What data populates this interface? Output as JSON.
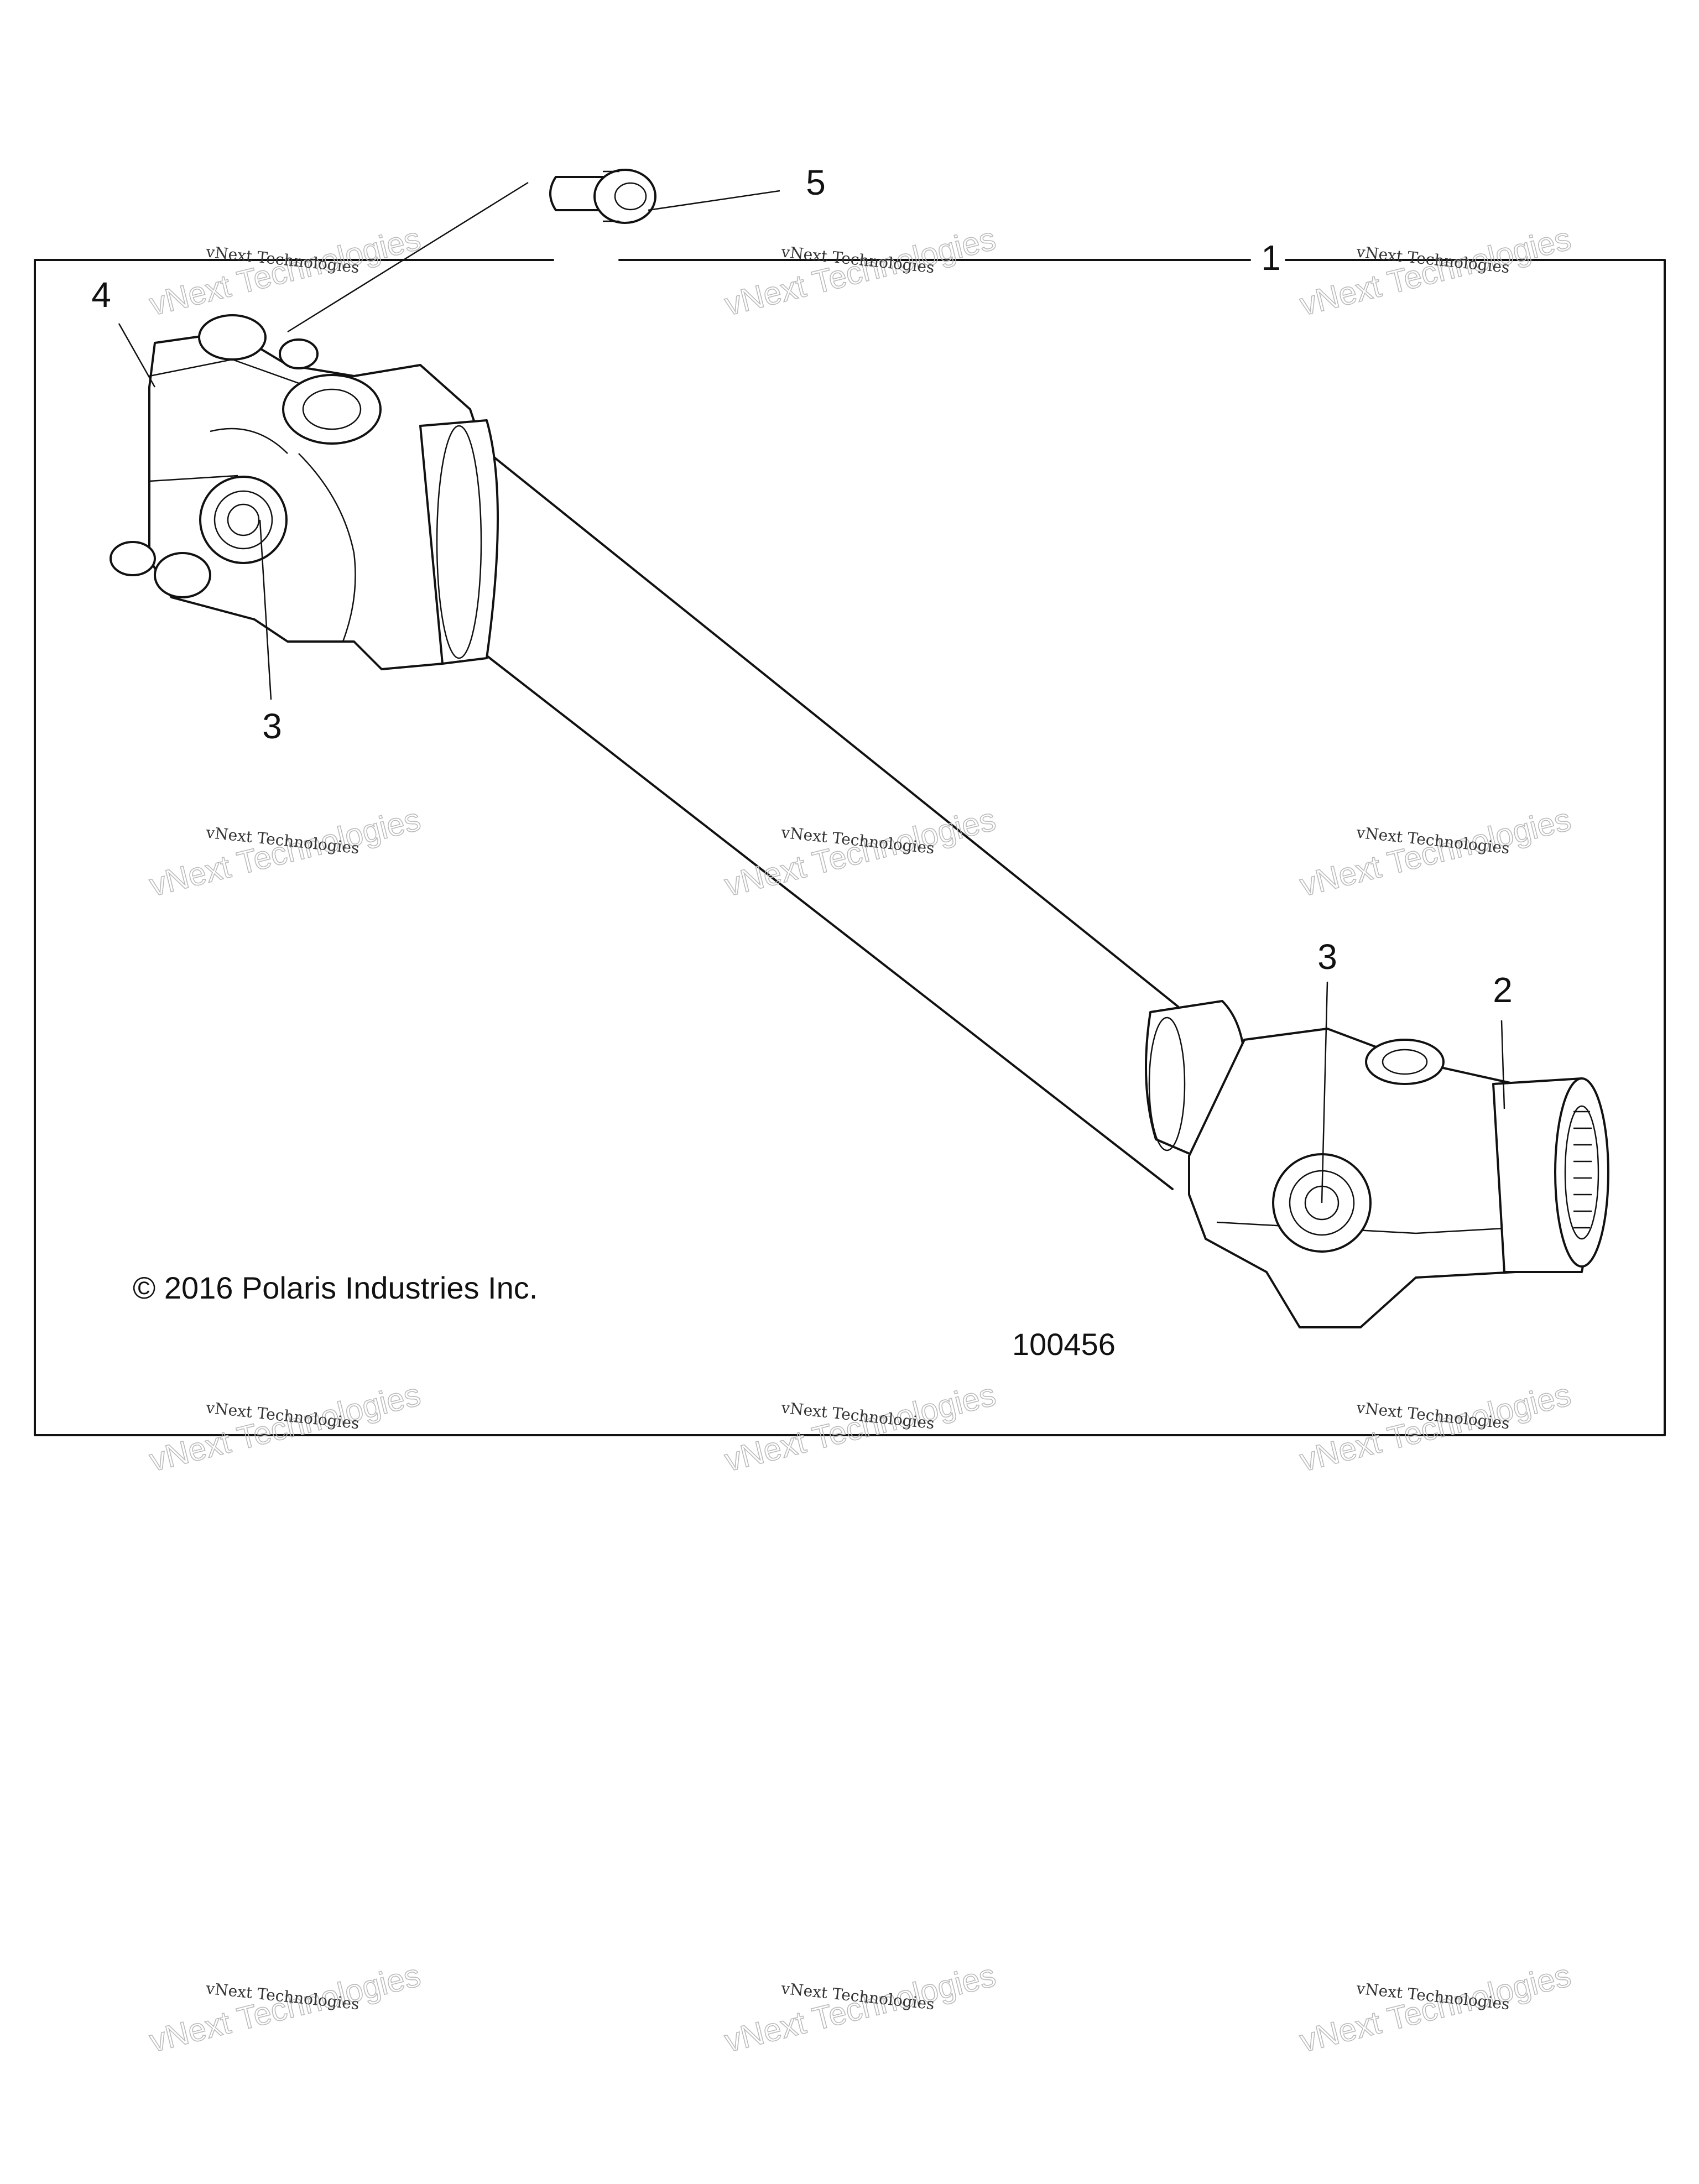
{
  "diagram": {
    "copyright": "© 2016 Polaris Industries Inc.",
    "figure_number": "100456",
    "callouts": {
      "item_1": "1",
      "item_2": "2",
      "item_3_front": "3",
      "item_3_rear": "3",
      "item_4": "4",
      "item_5": "5"
    },
    "watermark": {
      "line_small": "vNext Technologies",
      "line_large": "vNext Technologies"
    }
  }
}
